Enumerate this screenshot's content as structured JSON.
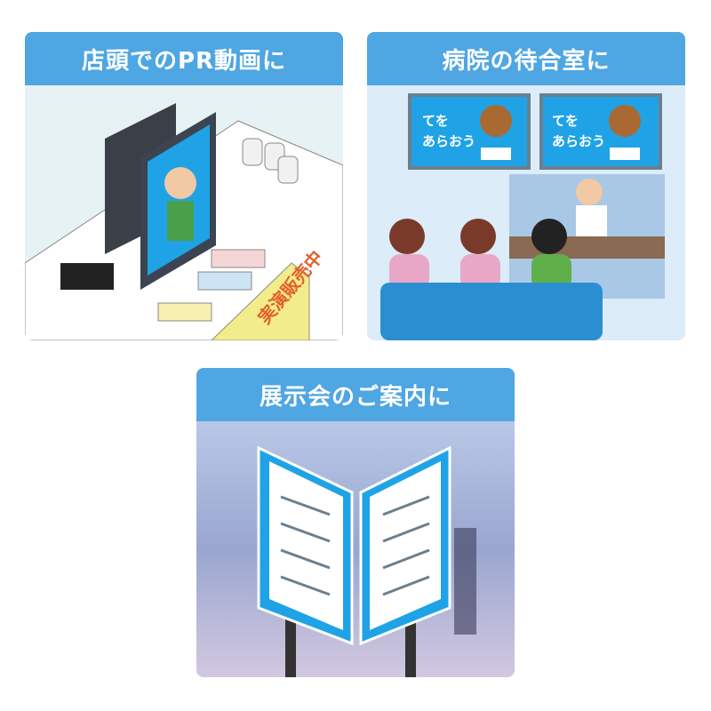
{
  "cards": [
    {
      "title": "店頭でのPR動画に",
      "sign_text": "実演販売中"
    },
    {
      "title": "病院の待合室に",
      "screen_text_line1": "てを",
      "screen_text_line2": "あらおう"
    },
    {
      "title": "展示会のご案内に"
    }
  ],
  "colors": {
    "header": "#4ea6e2",
    "screen": "#1fa3e6",
    "sign": "#f3ec8a",
    "sign_text": "#e2602a"
  }
}
